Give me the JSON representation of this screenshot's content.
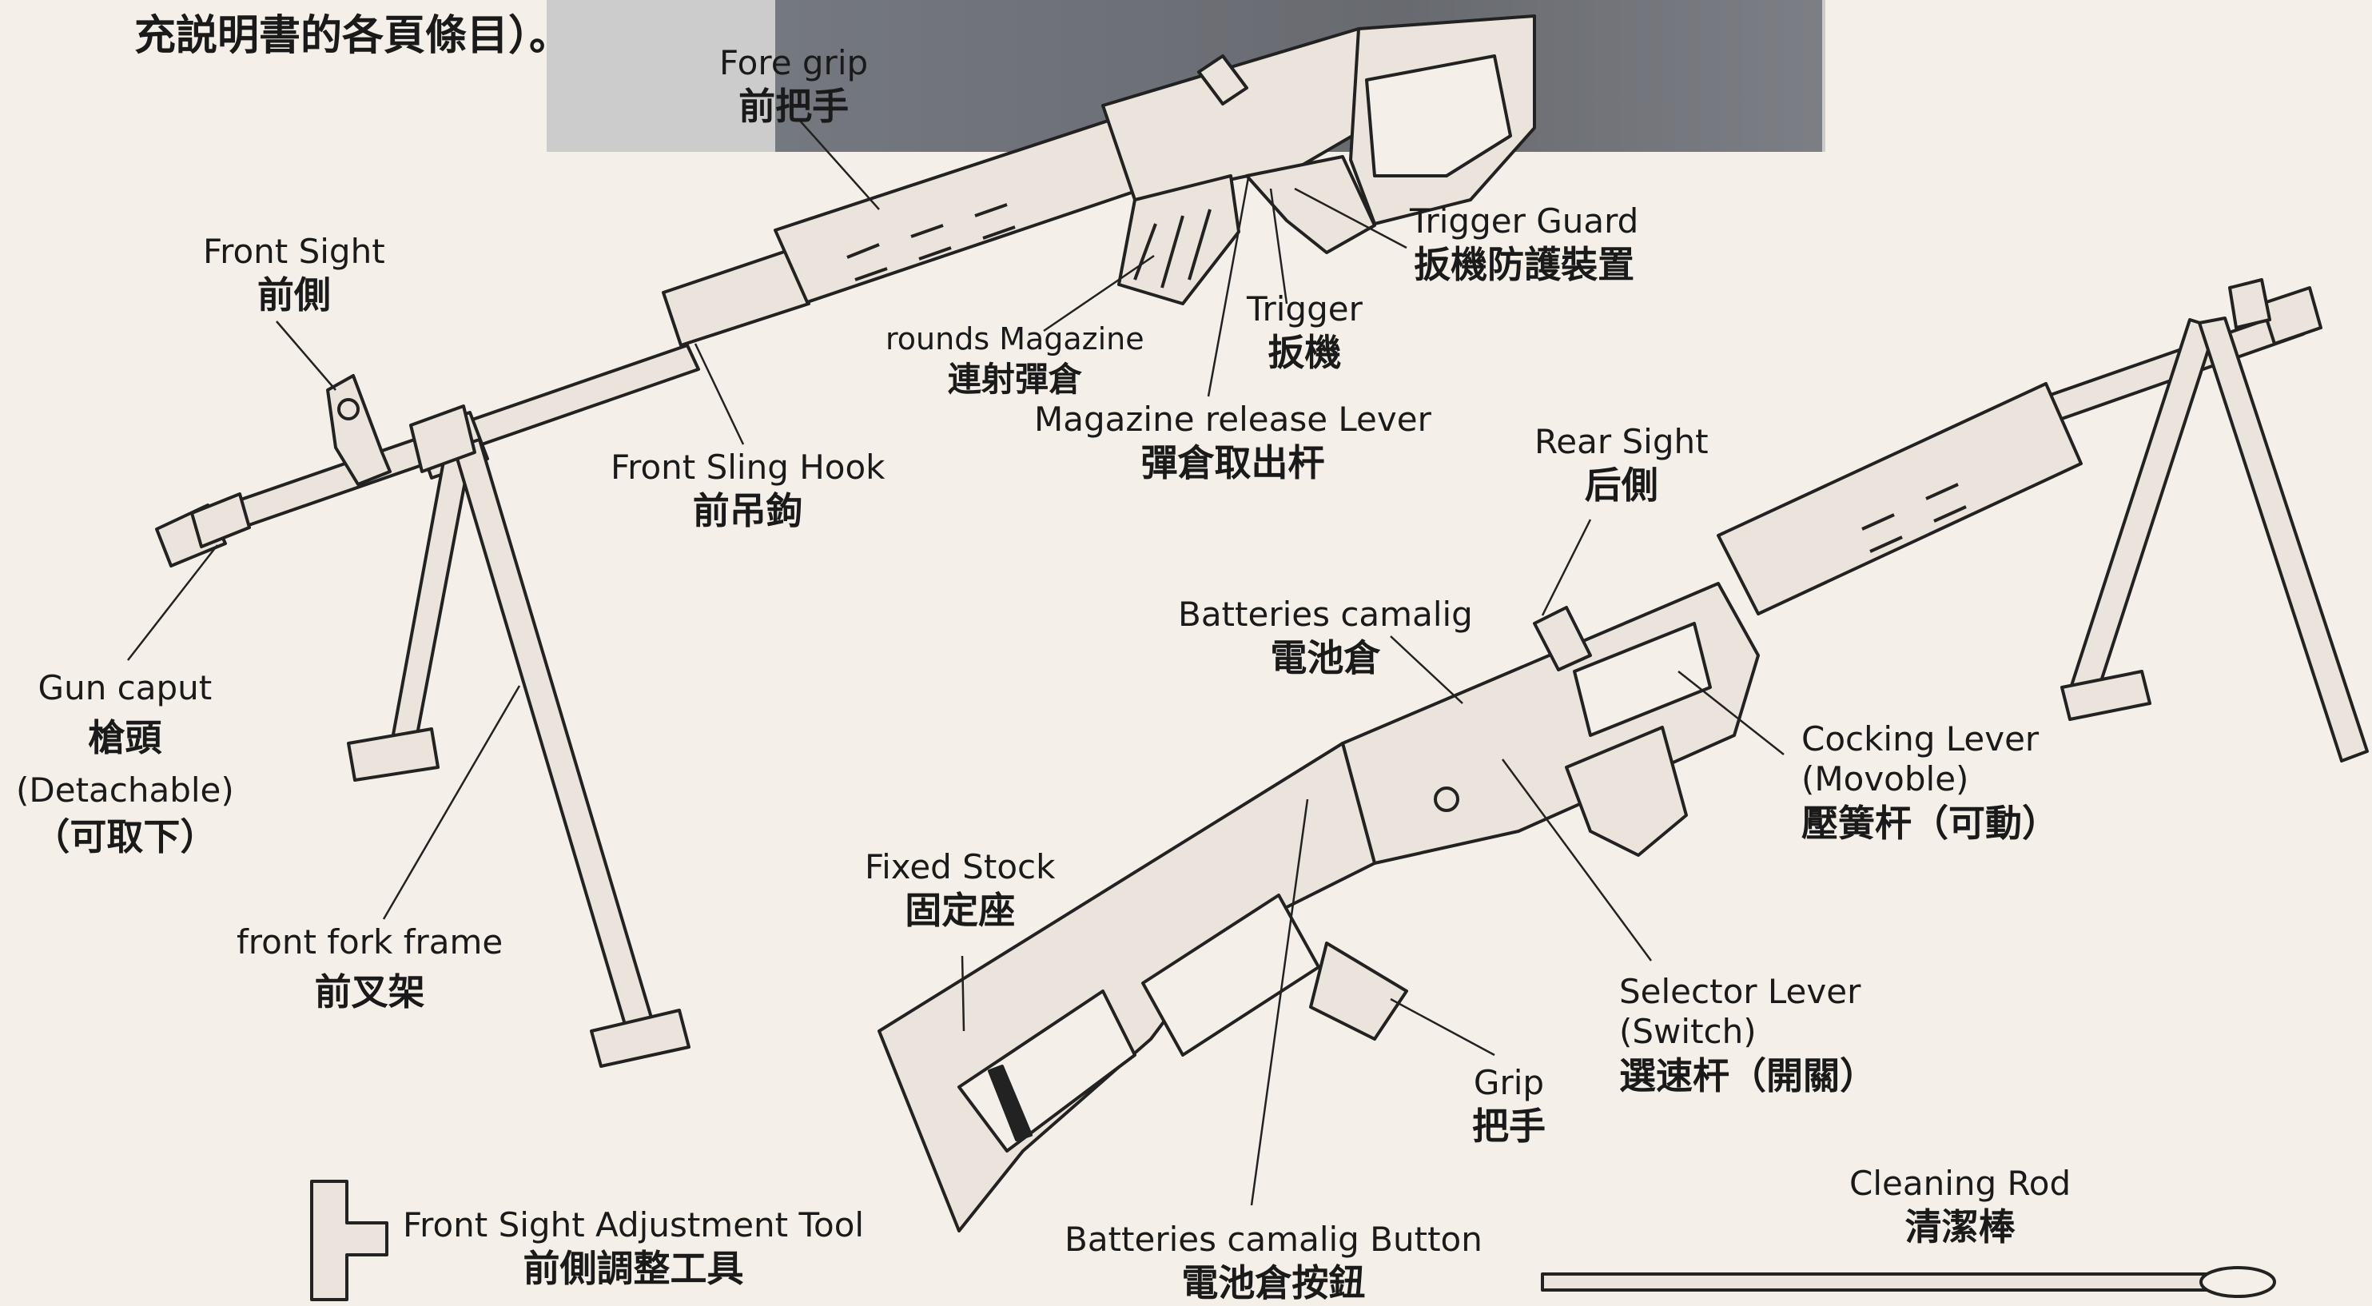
{
  "top_note": "充説明書的各頁條目）。",
  "labels": {
    "fore_grip": {
      "en": "Fore grip",
      "zh": "前把手"
    },
    "front_sight": {
      "en": "Front Sight",
      "zh": "前側"
    },
    "rounds_magazine": {
      "en": "rounds Magazine",
      "zh": "連射彈倉"
    },
    "trigger": {
      "en": "Trigger",
      "zh": "扳機"
    },
    "trigger_guard": {
      "en": "Trigger Guard",
      "zh": "扳機防護裝置"
    },
    "magazine_release": {
      "en": "Magazine release Lever",
      "zh": "彈倉取出杆"
    },
    "front_sling_hook": {
      "en": "Front Sling Hook",
      "zh": "前吊鉤"
    },
    "rear_sight": {
      "en": "Rear Sight",
      "zh": "后側"
    },
    "batteries_camalig": {
      "en": "Batteries camalig",
      "zh": "電池倉"
    },
    "gun_caput": {
      "en": "Gun caput",
      "zh": "槍頭",
      "en2": "(Detachable)",
      "zh2": "（可取下）"
    },
    "cocking_lever": {
      "en": "Cocking Lever",
      "en2": "(Movoble)",
      "zh": "壓簧杆（可動）"
    },
    "fixed_stock": {
      "en": "Fixed Stock",
      "zh": "固定座"
    },
    "front_fork_frame": {
      "en": "front fork frame",
      "zh": "前叉架"
    },
    "selector_lever": {
      "en": "Selector Lever",
      "en2": "(Switch)",
      "zh": "選速杆（開關）"
    },
    "grip": {
      "en": "Grip",
      "zh": "把手"
    },
    "cleaning_rod": {
      "en": "Cleaning Rod",
      "zh": "清潔棒"
    },
    "front_sight_tool": {
      "en": "Front Sight Adjustment Tool",
      "zh": "前側調整工具"
    },
    "batteries_button": {
      "en": "Batteries camalig Button",
      "zh": "電池倉按鈕"
    }
  }
}
